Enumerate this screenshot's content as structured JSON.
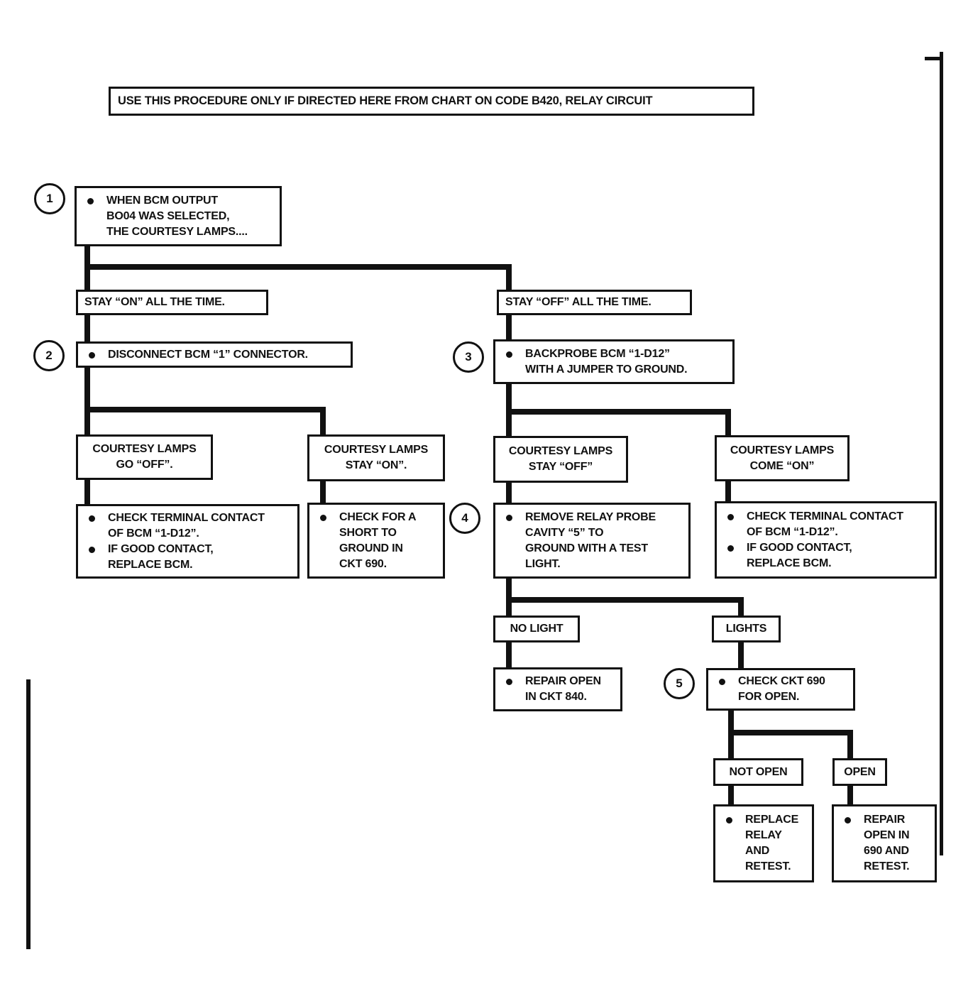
{
  "header": {
    "label": "USE THIS PROCEDURE ONLY IF DIRECTED HERE FROM CHART ON CODE B420, RELAY CIRCUIT"
  },
  "badges": {
    "s1": "1",
    "s2": "2",
    "s3": "3",
    "s4": "4",
    "s5": "5"
  },
  "step1": {
    "l1": "WHEN BCM OUTPUT",
    "l2": "BO04 WAS SELECTED,",
    "l3": "THE COURTESY LAMPS...."
  },
  "stay_on": {
    "label": "STAY “ON” ALL THE TIME."
  },
  "stay_off": {
    "label": "STAY “OFF” ALL THE TIME."
  },
  "step2": {
    "l1": "DISCONNECT BCM “1” CONNECTOR."
  },
  "step3": {
    "l1": "BACKPROBE BCM “1-D12”",
    "l2": "WITH A JUMPER TO GROUND."
  },
  "lamps_go_off": {
    "l1": "COURTESY LAMPS",
    "l2": "GO “OFF”."
  },
  "lamps_stay_on": {
    "l1": "COURTESY LAMPS",
    "l2": "STAY “ON”."
  },
  "lamps_stay_off": {
    "l1": "COURTESY LAMPS",
    "l2": "STAY “OFF”"
  },
  "lamps_come_on": {
    "l1": "COURTESY LAMPS",
    "l2": "COME “ON”"
  },
  "check_terminal_left": {
    "b1l1": "CHECK TERMINAL CONTACT",
    "b1l2": "OF BCM “1-D12”.",
    "b2l1": "IF GOOD CONTACT,",
    "b2l2": "REPLACE BCM."
  },
  "check_short": {
    "l1": "CHECK FOR A",
    "l2": "SHORT TO",
    "l3": "GROUND IN",
    "l4": "CKT 690."
  },
  "step4": {
    "l1": "REMOVE RELAY PROBE",
    "l2": "CAVITY “5” TO",
    "l3": "GROUND WITH A TEST",
    "l4": "LIGHT."
  },
  "check_terminal_right": {
    "b1l1": "CHECK TERMINAL CONTACT",
    "b1l2": "OF BCM “1-D12”.",
    "b2l1": "IF GOOD CONTACT,",
    "b2l2": "REPLACE BCM."
  },
  "no_light": {
    "label": "NO LIGHT"
  },
  "lights": {
    "label": "LIGHTS"
  },
  "repair_840": {
    "l1": "REPAIR OPEN",
    "l2": "IN CKT 840."
  },
  "step5": {
    "l1": "CHECK CKT 690",
    "l2": "FOR OPEN."
  },
  "not_open": {
    "label": "NOT OPEN"
  },
  "open": {
    "label": "OPEN"
  },
  "replace_relay": {
    "l1": "REPLACE",
    "l2": "RELAY",
    "l3": "AND",
    "l4": "RETEST."
  },
  "repair_690": {
    "l1": "REPAIR",
    "l2": "OPEN IN",
    "l3": "690 AND",
    "l4": "RETEST."
  },
  "colors": {
    "ink": "#111111",
    "paper": "#ffffff"
  }
}
